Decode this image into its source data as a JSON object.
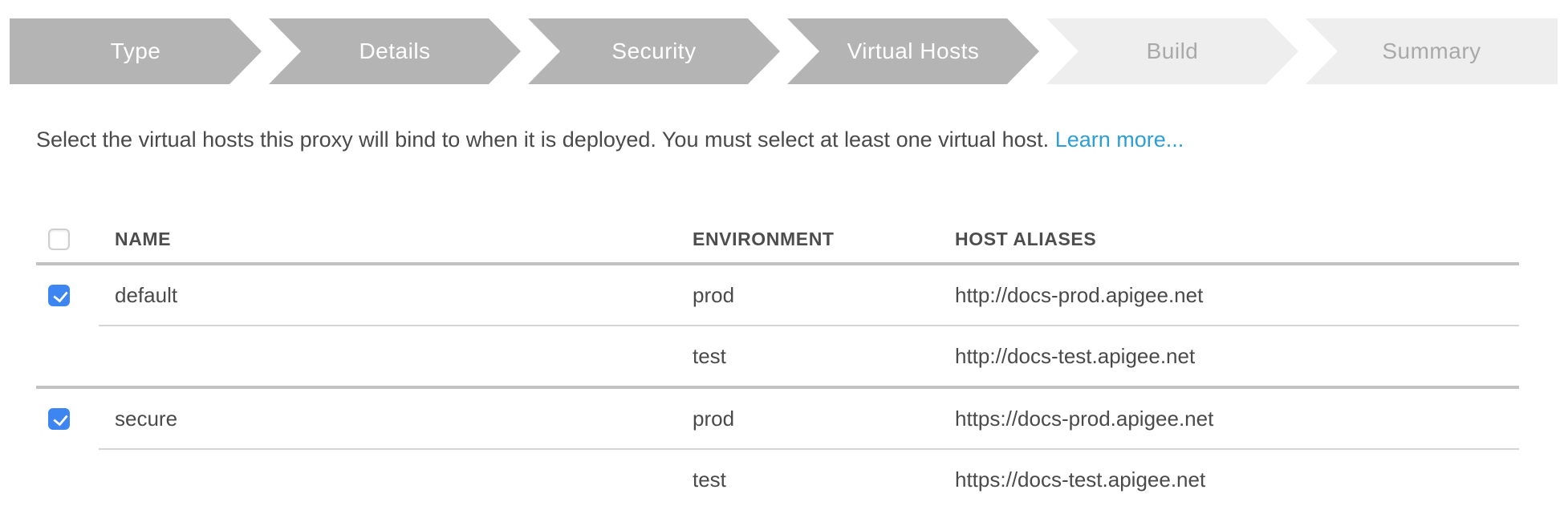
{
  "wizard": {
    "steps": [
      {
        "label": "Type",
        "state": "complete"
      },
      {
        "label": "Details",
        "state": "complete"
      },
      {
        "label": "Security",
        "state": "complete"
      },
      {
        "label": "Virtual Hosts",
        "state": "active"
      },
      {
        "label": "Build",
        "state": "upcoming"
      },
      {
        "label": "Summary",
        "state": "upcoming"
      }
    ]
  },
  "description": {
    "text": "Select the virtual hosts this proxy will bind to when it is deployed. You must select at least one virtual host.",
    "link_label": "Learn more..."
  },
  "table": {
    "select_all_checked": false,
    "columns": [
      "NAME",
      "ENVIRONMENT",
      "HOST ALIASES"
    ],
    "rows": [
      {
        "name": "default",
        "checked": true,
        "environments": [
          {
            "environment": "prod",
            "host_alias": "http://docs-prod.apigee.net"
          },
          {
            "environment": "test",
            "host_alias": "http://docs-test.apigee.net"
          }
        ]
      },
      {
        "name": "secure",
        "checked": true,
        "environments": [
          {
            "environment": "prod",
            "host_alias": "https://docs-prod.apigee.net"
          },
          {
            "environment": "test",
            "host_alias": "https://docs-test.apigee.net"
          }
        ]
      }
    ]
  },
  "colors": {
    "step-active-bg": "#b4b4b4",
    "step-active-text": "#ffffff",
    "step-upcoming-bg": "#eeeeee",
    "step-upcoming-text": "#a9a9a9",
    "text": "#4a4a4a",
    "link": "#2c9fd8",
    "checkbox-blue": "#3d86f2",
    "divider": "#c2c2c2",
    "divider-light": "#d5d5d5"
  }
}
